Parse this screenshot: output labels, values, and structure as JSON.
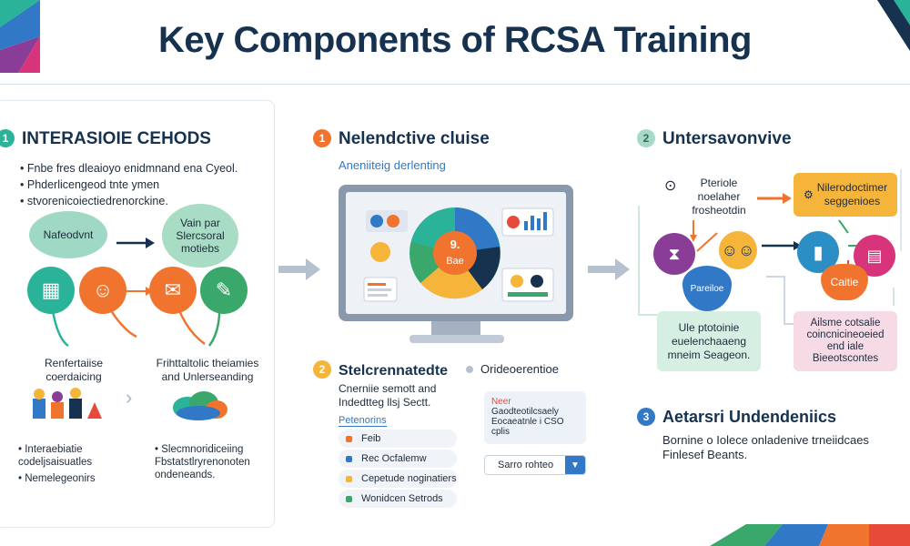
{
  "title": "Key Components of RCSA Training",
  "colors": {
    "navy": "#16324f",
    "teal": "#2bb39a",
    "orange": "#f0732e",
    "yellow": "#f4b53a",
    "purple": "#8a3d97",
    "blue": "#3178c6",
    "red": "#e84a3a",
    "green": "#3aa86b",
    "pink": "#d8347c"
  },
  "left": {
    "number": "1",
    "heading": "INTERASIOIE CEHODS",
    "bullets": [
      "Fnbe fres dleaioyo enidmnand ena Cyeol.",
      "Phderlicengeod tnte ymen",
      "stvorenicoiectiedrenorckine."
    ],
    "bubble1": "Nafeodvnt",
    "bubble2": "Vain par\nSlercsoral\nmotiebs",
    "label1": "Renfertaiise\ncoerdaicing",
    "label2": "Frihttaltolic theiamies\nand Unlerseanding",
    "bottom_bullets1": [
      "Interaebiatie codeljsaisuatles",
      "Nemelegeonirs"
    ],
    "bottom_bullets2": [
      "Slecmnoridiceiing Fbstatstlryrenonoten ondeneands."
    ]
  },
  "middle": {
    "number": "1",
    "heading": "Nelendctive cluise",
    "subheading": "Aneniiteig derlenting",
    "pie_center": "Bae",
    "pie_number": "9.",
    "section2_number": "2",
    "section2_heading": "Stelcrennatedte",
    "section2_heading2": "Orideoerentioe",
    "section2_text": "Cnerniie semott and\nIndedtteg llsj Sectt.",
    "menu_title": "Petenorins",
    "menu_items": [
      "Feib",
      "Rec Ocfalemw",
      "Cepetude noginatiers",
      "Wonidcen Setrods"
    ],
    "card_lines": [
      "Neer",
      "Gaodteotilcsaely",
      "Eocaeatnle i CSO",
      "cplis"
    ],
    "dropdown_label": "Sarro rohteo"
  },
  "right": {
    "number": "2",
    "heading": "Untersavonvive",
    "note": "Pteriole\nnoelaher\nfrosheotdin",
    "yellow_box": "Nilerodoctimer\nseggenioes",
    "heart_label": "Pareiloe",
    "pin_label": "Caitie",
    "card_green": "Ule ptotoinie\neuelenchaaeng\nmneim Seageon.",
    "card_pink": "Ailsme cotsalie\ncoincnicineoeied\nend iale\nBieeotscontes",
    "section3_number": "3",
    "section3_heading": "Aetarsri Undendeniics",
    "section3_text": "Bornine o Iolece onladenive trneiidcaes\nFinlesef Beants."
  }
}
